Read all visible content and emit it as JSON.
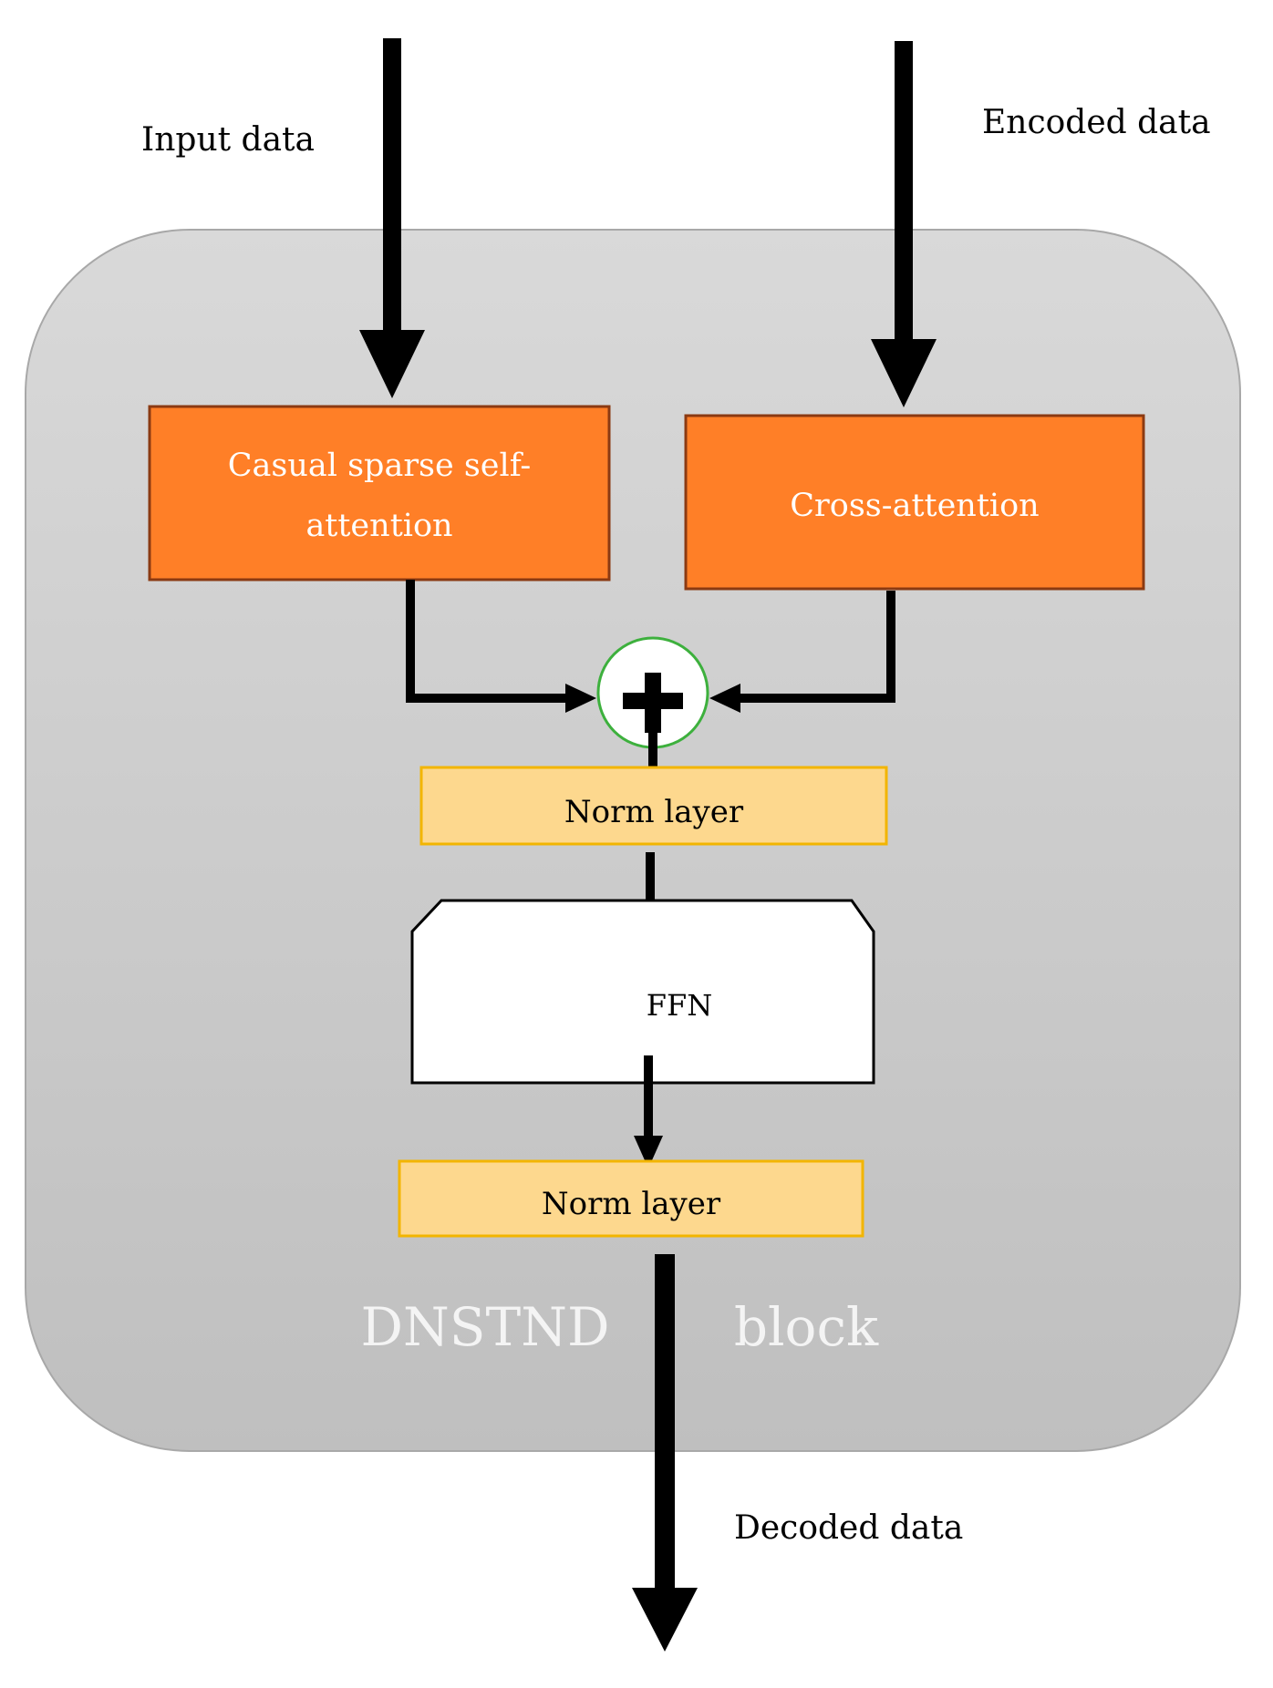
{
  "labels": {
    "input": "Input data",
    "encoded": "Encoded data",
    "decoded": "Decoded data"
  },
  "blocks": {
    "self_attention_line1": "Casual sparse self-",
    "self_attention_line2": "attention",
    "cross_attention": "Cross-attention",
    "norm_top": "Norm layer",
    "ffn": "FFN",
    "norm_bottom": "Norm layer"
  },
  "container": {
    "title_part1": "DNSTND",
    "title_part2": "block"
  },
  "colors": {
    "attention_fill": "#FF7F27",
    "attention_stroke": "#8B3A12",
    "norm_fill": "#FDD88E",
    "norm_stroke": "#F2B500",
    "add_circle_stroke": "#3DB03D",
    "container_top": "#D8D8D8",
    "container_bottom": "#BFBFBF",
    "arrow": "#000000"
  },
  "icons": {
    "adder": "plus-icon"
  }
}
